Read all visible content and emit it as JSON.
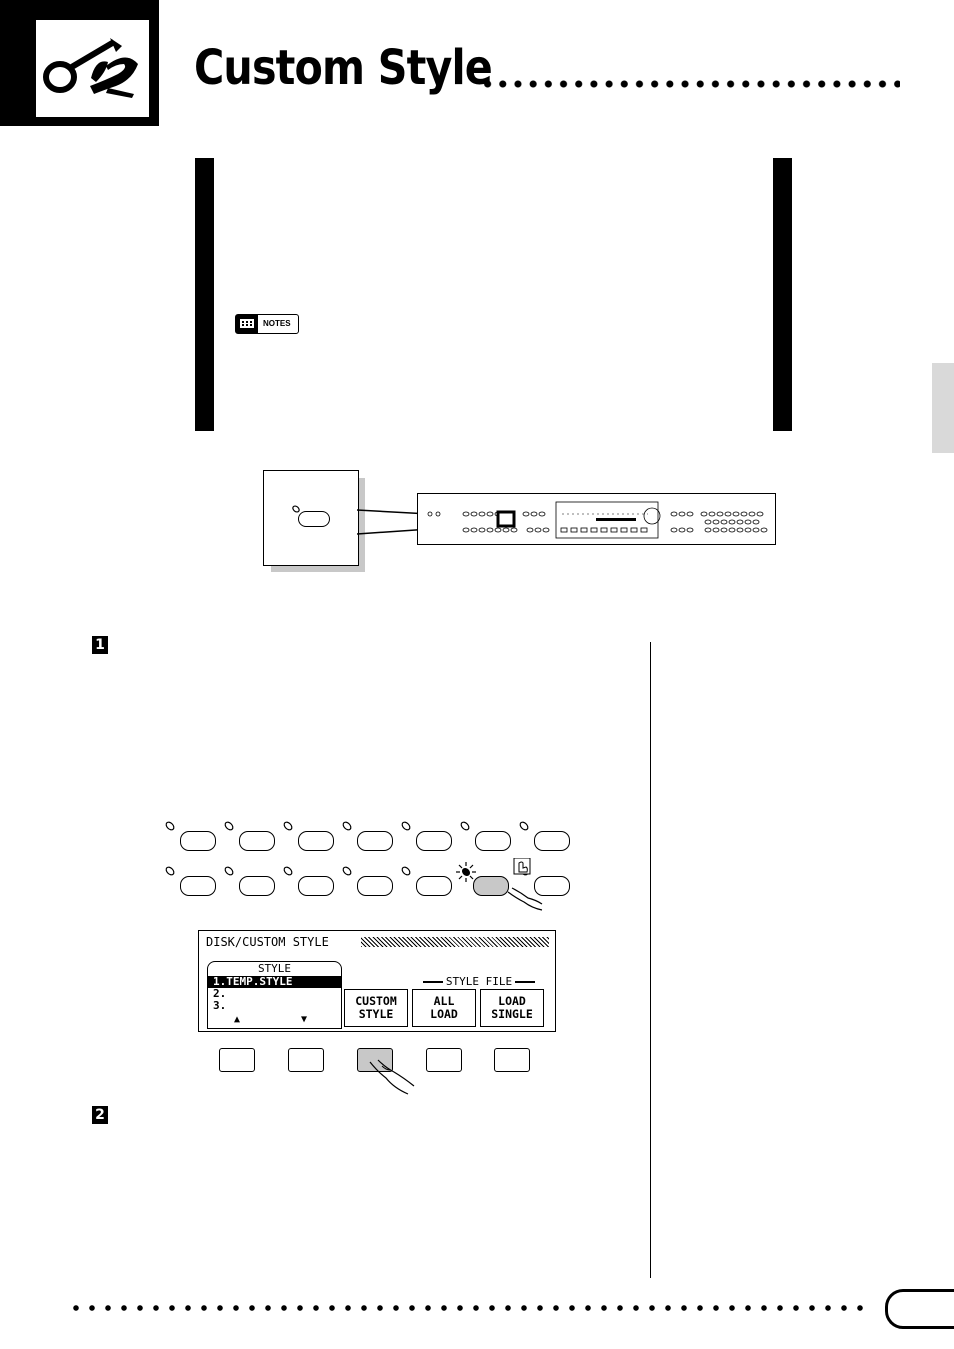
{
  "page": {
    "title": "Custom Style",
    "notes_label": "NOTES"
  },
  "steps": [
    {
      "number": "1"
    },
    {
      "number": "2"
    }
  ],
  "display": {
    "header": "DISK/CUSTOM STYLE",
    "style_label": "STYLE",
    "style_items": [
      "1.TEMP.STYLE",
      "2.",
      "3."
    ],
    "up_arrow": "▲",
    "down_arrow": "▼",
    "style_file_label": "STYLE FILE",
    "buttons": [
      "CUSTOM\nSTYLE",
      "ALL\nLOAD",
      "LOAD\nSINGLE"
    ]
  },
  "icons": {
    "header_icon": "custom-style-icon",
    "notes_icon": "notes-icon",
    "hand_icon": "pressing-hand-icon",
    "flash_icon": "flashing-lamp-icon"
  }
}
